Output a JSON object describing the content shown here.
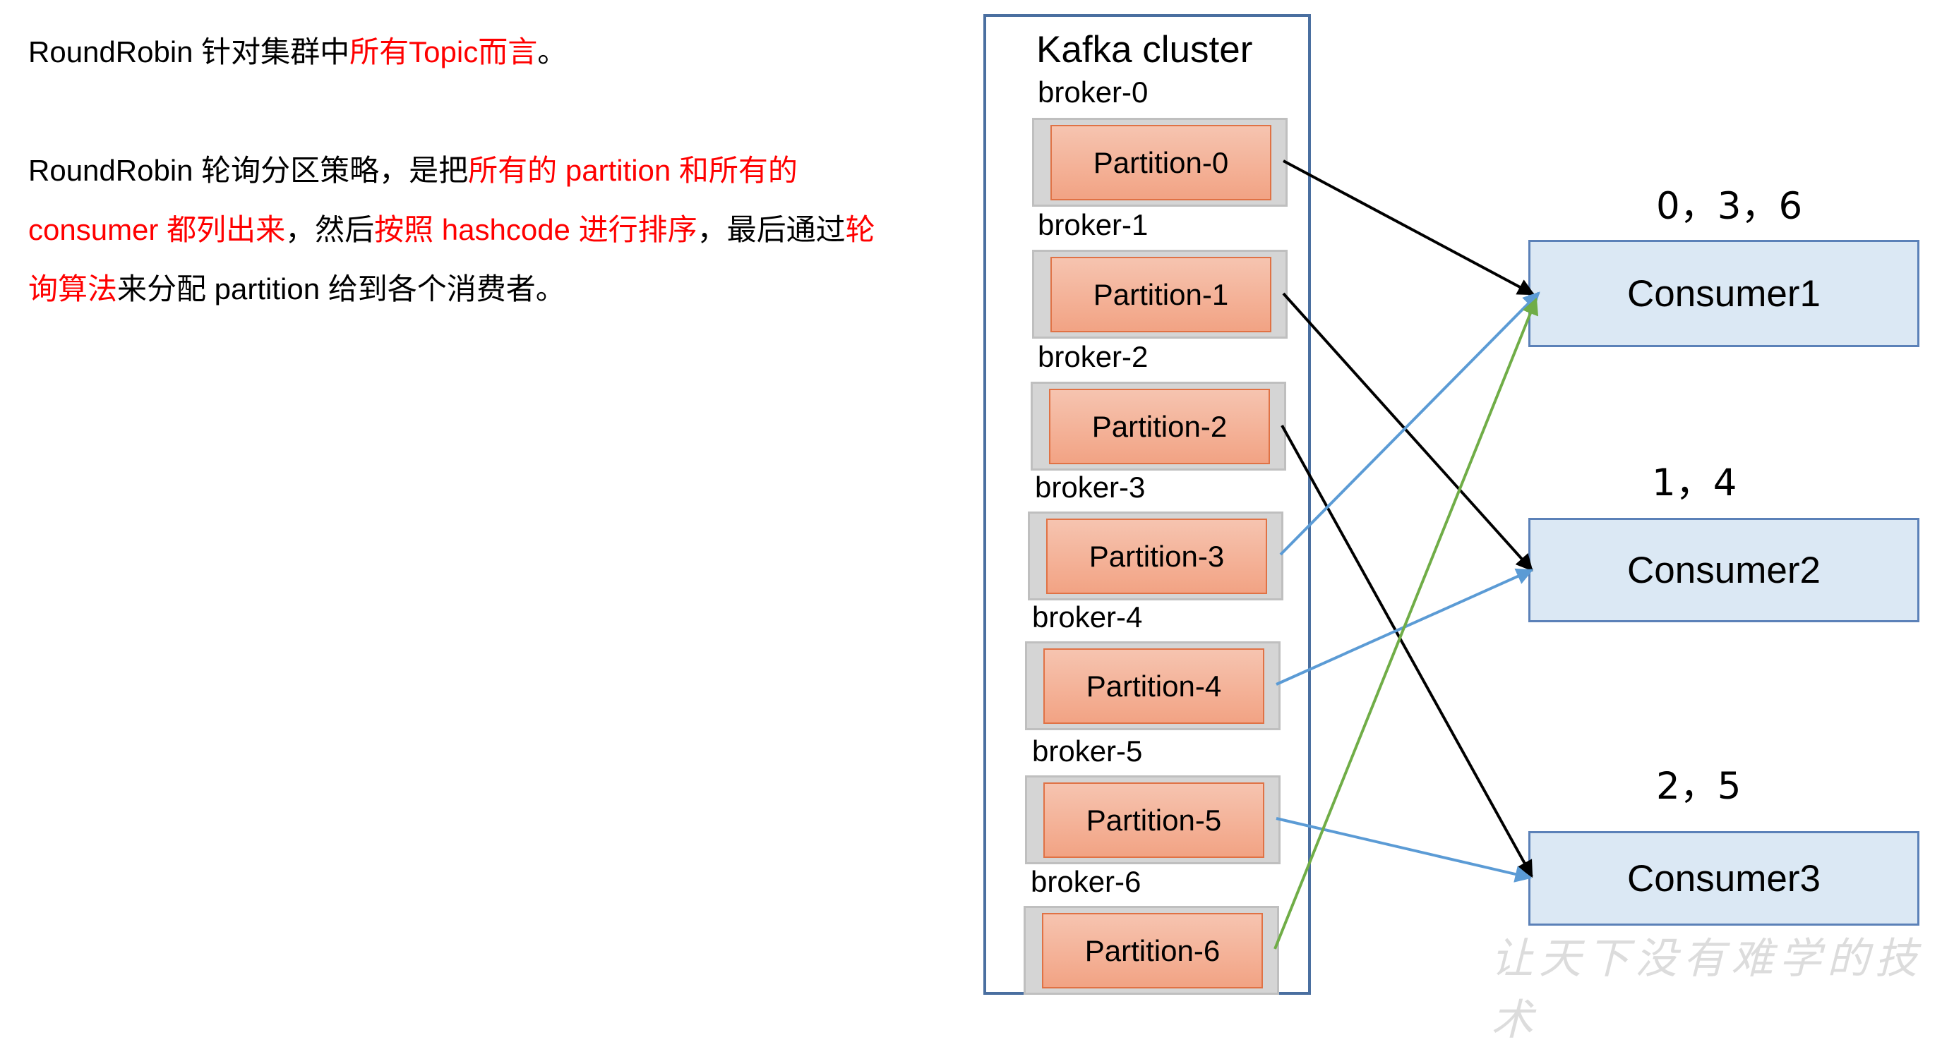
{
  "description": {
    "line1": [
      {
        "text": "RoundRobin 针对集群中",
        "red": false
      },
      {
        "text": "所有Topic而言",
        "red": true
      },
      {
        "text": "。",
        "red": false
      }
    ],
    "para2": [
      {
        "text": "RoundRobin 轮询分区策略，是把",
        "red": false
      },
      {
        "text": "所有的 partition 和所有的 consumer 都列出来",
        "red": true
      },
      {
        "text": "，然后",
        "red": false
      },
      {
        "text": "按照 hashcode 进行排序",
        "red": true
      },
      {
        "text": "，最后通过",
        "red": false
      },
      {
        "text": "轮询算法",
        "red": true
      },
      {
        "text": "来分配 partition 给到各个消费者。",
        "red": false
      }
    ]
  },
  "cluster": {
    "title": "Kafka cluster",
    "brokers": [
      {
        "name": "broker-0",
        "partition": "Partition-0"
      },
      {
        "name": "broker-1",
        "partition": "Partition-1"
      },
      {
        "name": "broker-2",
        "partition": "Partition-2"
      },
      {
        "name": "broker-3",
        "partition": "Partition-3"
      },
      {
        "name": "broker-4",
        "partition": "Partition-4"
      },
      {
        "name": "broker-5",
        "partition": "Partition-5"
      },
      {
        "name": "broker-6",
        "partition": "Partition-6"
      }
    ]
  },
  "consumers": [
    {
      "name": "Consumer1",
      "assigned": "0，3，6"
    },
    {
      "name": "Consumer2",
      "assigned": "1，4"
    },
    {
      "name": "Consumer3",
      "assigned": "2，5"
    }
  ],
  "assignments": [
    {
      "partition": 0,
      "consumer": 0,
      "color": "#000000"
    },
    {
      "partition": 1,
      "consumer": 1,
      "color": "#000000"
    },
    {
      "partition": 2,
      "consumer": 2,
      "color": "#000000"
    },
    {
      "partition": 3,
      "consumer": 0,
      "color": "#5b9bd5"
    },
    {
      "partition": 4,
      "consumer": 1,
      "color": "#5b9bd5"
    },
    {
      "partition": 5,
      "consumer": 2,
      "color": "#5b9bd5"
    },
    {
      "partition": 6,
      "consumer": 0,
      "color": "#70ad47"
    }
  ],
  "colors": {
    "highlight_text": "#ff0000",
    "partition_fill": "#f4b183",
    "partition_border": "#e07245",
    "consumer_fill": "#dbe8f4",
    "consumer_border": "#5b81b8",
    "cluster_border": "#4a6fa0"
  },
  "watermark": "让天下没有难学的技术"
}
